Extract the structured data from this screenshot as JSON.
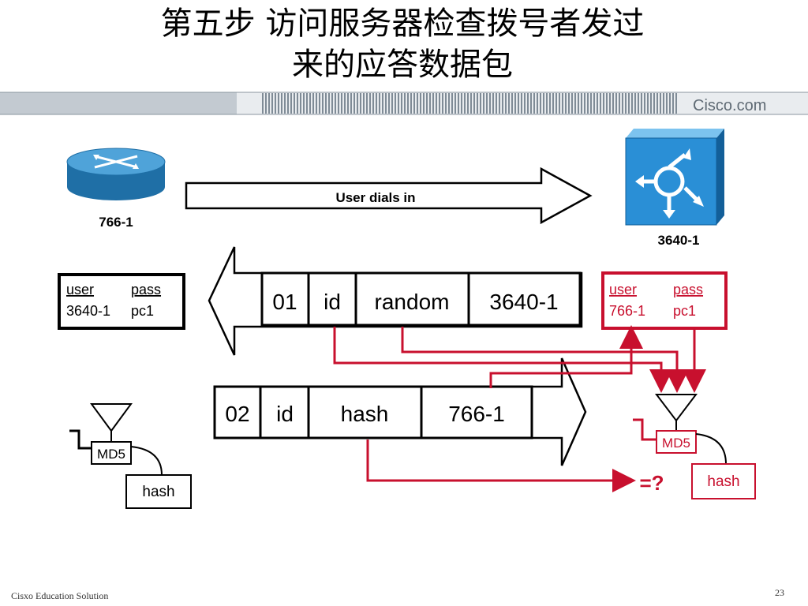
{
  "slide": {
    "title_line1": "第五步 访问服务器检查拨号者发过",
    "title_line2": "来的应答数据包",
    "brand": "Cisco.com",
    "footer_left": "Cisxo Education Solution",
    "page_number": "23"
  },
  "devices": {
    "router_label": "766-1",
    "server_label": "3640-1"
  },
  "arrows": {
    "dial_in_label": "User dials in"
  },
  "left_table": {
    "header": [
      "user",
      "pass"
    ],
    "row": [
      "3640-1",
      "pc1"
    ]
  },
  "right_table": {
    "header": [
      "user",
      "pass"
    ],
    "row": [
      "766-1",
      "pc1"
    ]
  },
  "challenge_packet": {
    "fields": [
      "01",
      "id",
      "random",
      "3640-1"
    ]
  },
  "response_packet": {
    "fields": [
      "02",
      "id",
      "hash",
      "766-1"
    ]
  },
  "left_md5": {
    "label": "MD5",
    "output": "hash"
  },
  "right_md5": {
    "label": "MD5",
    "output": "hash"
  },
  "compare_label": "=?",
  "colors": {
    "red": "#c8102e",
    "router_blue": "#2e86c1",
    "server_blue": "#2a8fd6",
    "stripe_gray": "#9aa3ab"
  }
}
